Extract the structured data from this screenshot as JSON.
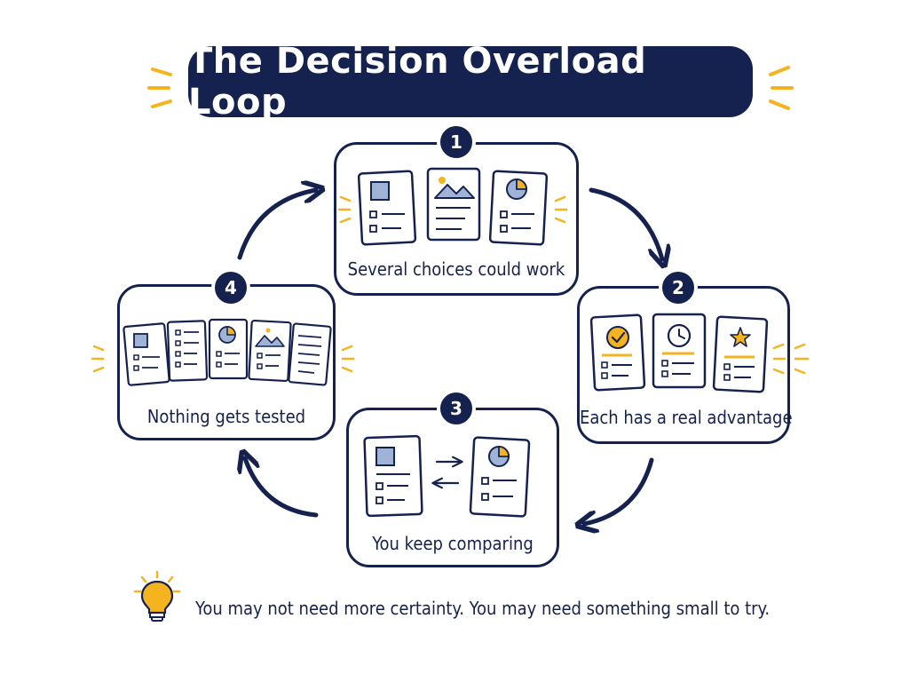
{
  "title": "The Decision Overload Loop",
  "colors": {
    "navy": "#15224f",
    "accent": "#f5b320",
    "card_tint": "#9fb3d6",
    "bg": "#ffffff"
  },
  "steps": [
    {
      "number": "1",
      "caption": "Several choices could work",
      "icons": [
        "square-card-icon",
        "mountain-card-icon",
        "pie-card-icon"
      ]
    },
    {
      "number": "2",
      "caption": "Each has a real advantage",
      "icons": [
        "checkmark-card-icon",
        "clock-card-icon",
        "star-card-icon"
      ]
    },
    {
      "number": "3",
      "caption": "You keep comparing",
      "icons": [
        "square-card-icon",
        "arrows-icon",
        "pie-card-icon"
      ]
    },
    {
      "number": "4",
      "caption": "Nothing gets tested",
      "icons": [
        "square-card-icon",
        "list-card-icon",
        "pie-card-icon",
        "mountain-card-icon",
        "lines-card-icon"
      ]
    }
  ],
  "tip": {
    "icon": "lightbulb-icon",
    "text": "You may not need more certainty. You may need something small to try."
  }
}
